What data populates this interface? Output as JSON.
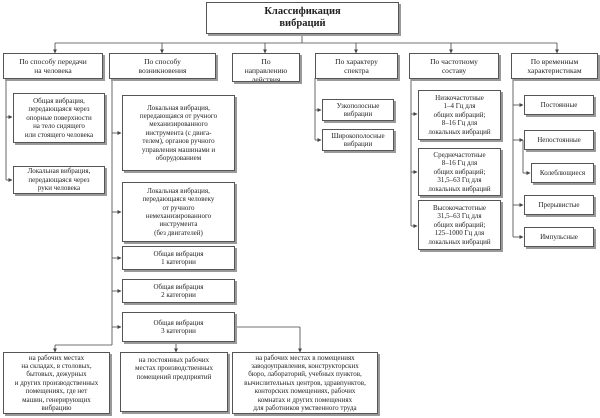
{
  "title": "Классификация\nвибраций",
  "categories": [
    {
      "label": "По способу передачи\nна человека"
    },
    {
      "label": "По способу\nвозникновения"
    },
    {
      "label": "По\nнаправлению\nдействия"
    },
    {
      "label": "По характеру\nспектра"
    },
    {
      "label": "По частотному\nсоставу"
    },
    {
      "label": "По временным\nхарактеристикам"
    }
  ],
  "transmission": [
    "Общая вибрация,\nпередающаяся через\nопорные поверхности\nна тело сидящего\nили стоящего человека",
    "Локальная вибрация,\nпередающаяся через\nруки человека"
  ],
  "origin": [
    "Локальная вибрация,\nпередающаяся от ручного\nмеханизированного\nинструмента (с двига-\nтелем), органов ручного\nуправления машинами и\nоборудованием",
    "Локальная вибрация,\nпередающаяся человеку\nот ручного\nнемеханизированного\nинструмента\n(без двигателей)",
    "Общая вибрация\n1 категории",
    "Общая вибрация\n2 категории",
    "Общая вибрация\n3 категории"
  ],
  "origin_cat3_detail": [
    "на рабочих местах\nна складах, в столовых,\nбытовых, дежурных\nи других производственных\nпомещениях, где нет\nмашин, генерирующих\nвибрацию",
    "на постоянных рабочих\nместах производственных\nпомещений предприятий",
    "на рабочих местах в помещениях\nзаводоуправления, конструкторских\nбюро, лабораторий, учебных пунктов,\nвычислительных центров, здравпунктов,\nконторских помещениях, рабочих\nкомнатах и других помещениях\nдля работников умственного труда"
  ],
  "spectrum": [
    "Узкополосные\nвибрации",
    "Широкополосные\nвибрации"
  ],
  "frequency": [
    "Низкочастотные\n1–4 Гц для\nобщих вибраций;\n8–16 Гц для\nлокальных вибраций",
    "Среднечастотные\n8–16 Гц для\nобщих вибраций;\n31,5–63 Гц для\nлокальных вибраций",
    "Высокочастотные\n31,5–63 Гц для\nобщих вибраций;\n125–1000 Гц для\nлокальных вибраций"
  ],
  "temporal": [
    "Постоянные",
    "Непостоянные",
    "Колеблющиеся",
    "Прерывистые",
    "Импульсные"
  ]
}
